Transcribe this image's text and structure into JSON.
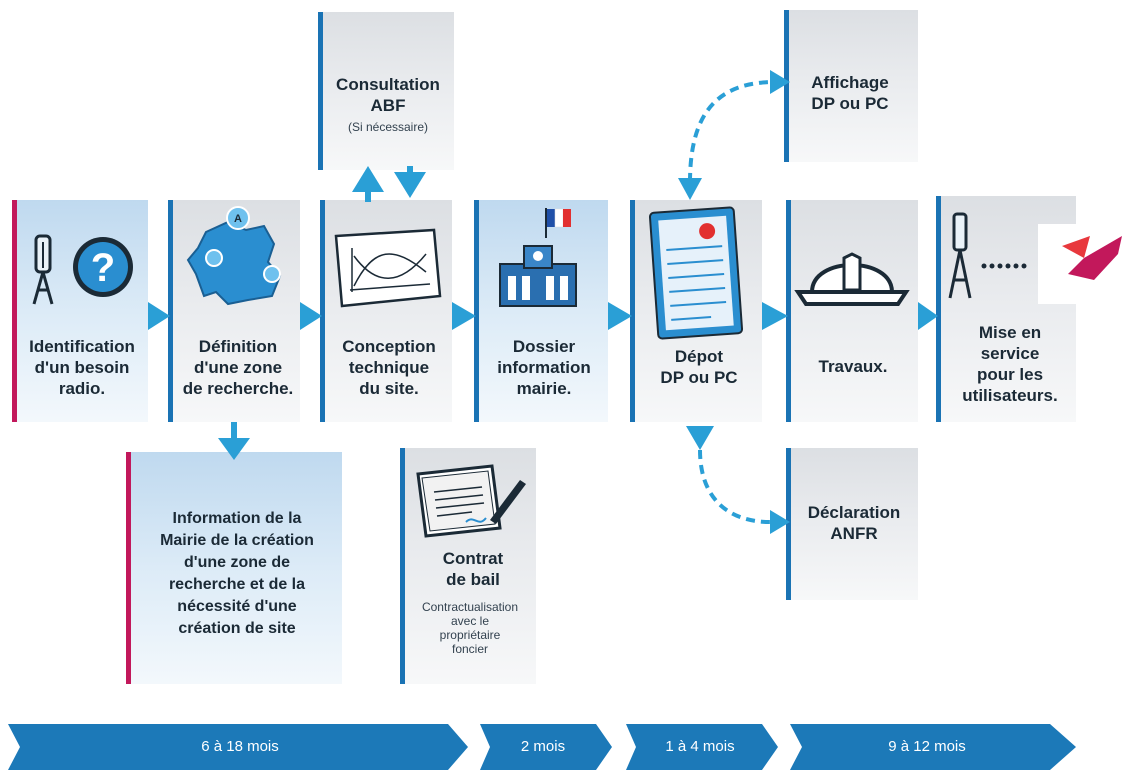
{
  "steps": {
    "identification": "Identification\nd'un besoin\nradio.",
    "definition": "Définition\nd'une zone\nde recherche.",
    "conception": "Conception\ntechnique\ndu site.",
    "dossier": "Dossier\ninformation\nmairie.",
    "depot": "Dépot\nDP ou PC",
    "travaux": "Travaux.",
    "mise_en_service": "Mise en\nservice\npour les\nutilisateurs."
  },
  "side_steps": {
    "consultation_title": "Consultation\nABF",
    "consultation_note": "(Si nécessaire)",
    "affichage": "Affichage\nDP ou PC",
    "information_mairie": "Information de la\nMairie de la création\nd'une zone de\nrecherche et de la\nnécessité d'une\ncréation de site",
    "contrat_title": "Contrat\nde bail",
    "contrat_note": "Contractualisation\navec le\npropriétaire\nfoncier",
    "declaration": "Déclaration\nANFR"
  },
  "timeline": {
    "phase1": "6 à 18 mois",
    "phase2": "2 mois",
    "phase3": "1 à 4 mois",
    "phase4": "9 à 12 mois"
  },
  "colors": {
    "accent_blue": "#1a73b4",
    "arrow_blue": "#2a9fd6",
    "accent_magenta": "#c2185b",
    "timeline_dark": "#156fae",
    "timeline_light": "#3aa7de"
  },
  "icons": [
    "antenna-icon",
    "question-icon",
    "france-map-icon",
    "technical-drawing-icon",
    "town-hall-icon",
    "french-flag-icon",
    "form-document-icon",
    "hard-hat-icon",
    "antenna-connection-icon",
    "contract-icon",
    "operator-logo"
  ]
}
